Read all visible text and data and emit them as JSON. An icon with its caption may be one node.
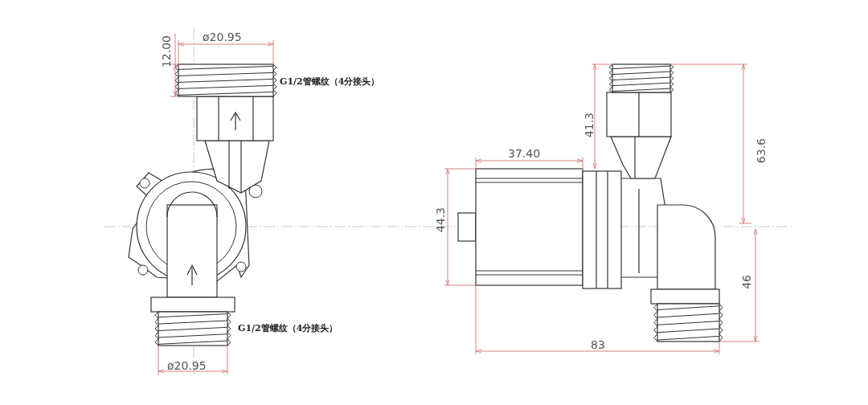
{
  "diagram": {
    "labels": [
      "12.00",
      "ø20.95",
      "G1/2管螺纹（4分接头）",
      "41.3",
      "63.6",
      "37.40",
      "44.3",
      "46",
      "G1/2管螺纹（4分接头）",
      "ø20.95",
      "83"
    ]
  }
}
